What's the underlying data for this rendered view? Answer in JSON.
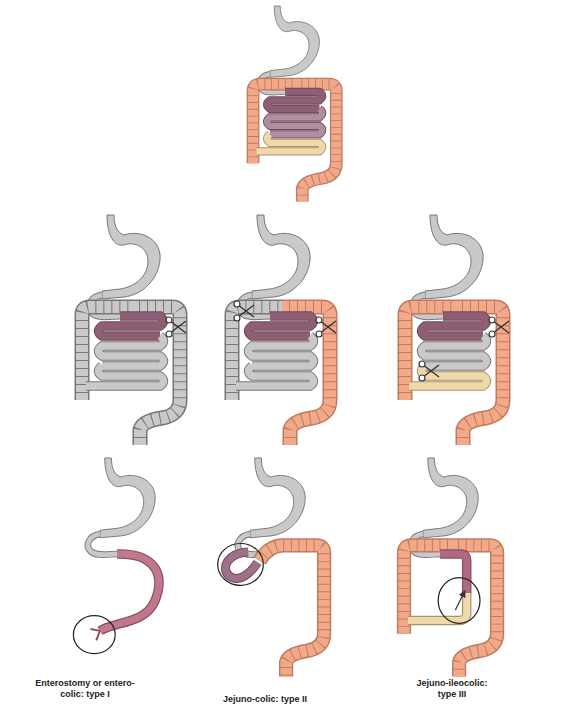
{
  "diagram": {
    "labels": [
      "Enterostomy or entero-colic: type I",
      "Jejuno-colic: type II",
      "Jejuno-ileocolic: type III"
    ]
  }
}
